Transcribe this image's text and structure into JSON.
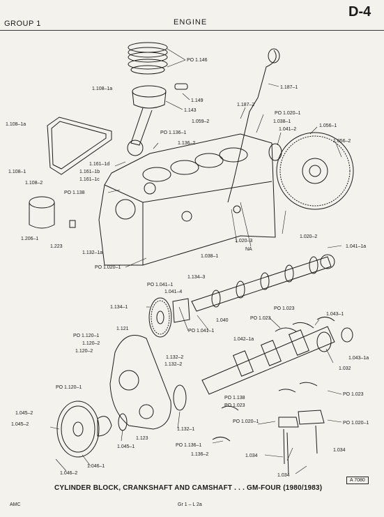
{
  "header": {
    "group": "GROUP 1",
    "title": "ENGINE",
    "page_code": "D-4"
  },
  "caption": "CYLINDER BLOCK, CRANKSHAFT AND CAMSHAFT . . . GM-FOUR (1980/1983)",
  "figure_ref": "A 7080",
  "footer": {
    "left": "AMC",
    "center": "Gr 1 – L 2a"
  },
  "labels": {
    "po1146": "PO 1.146",
    "l1108_1a_top": "1.108–1a",
    "l1149": "1.149",
    "l1143": "1.143",
    "l1187_1": "1.187–1",
    "l1187_2": "1.187–2",
    "l1108_1a_left": "1.108–1a",
    "po1020_1_top": "PO 1.020–1",
    "l1038_1_top": "1.038–1",
    "l1059_2": "1.059–2",
    "l1041_2": "1.041–2",
    "l1056_1": "1.056–1",
    "po1136_1_top": "PO 1.136–1",
    "l1136_2": "1.136–2",
    "l1056_2": "1.056–2",
    "l1161_1d": "1.161–1d",
    "l1108_1": "1.108–1",
    "l1161_1b": "1.161–1b",
    "l1161_1c": "1.161–1c",
    "l1108_2": "1.108–2",
    "po1138_top": "PO 1.138",
    "l1206_1": "1.206–1",
    "l1223": "1.223",
    "l1020_3": "1.020–3",
    "l1020_2": "1.020–2",
    "na": "NA",
    "l1041_1a": "1.041–1a",
    "l1132_1a": "1.132–1a",
    "l1038_1_mid": "1.038–1",
    "po1020_1_mid": "PO 1.020–1",
    "l1134_3": "1.134–3",
    "po1041_1_top": "PO 1.041–1",
    "l1041_4": "1.041–4",
    "l1134_1": "1.134–1",
    "l1040": "1.040",
    "po1041_1_bot": "PO 1.041–1",
    "po1023_a": "PO 1.023",
    "po1023_b": "PO 1.023",
    "l1043_1": "1.043–1",
    "l1121": "1.121",
    "po1120_1_top": "PO 1.120–1",
    "l1120_2a": "1.120–2",
    "l1120_2b": "1.120–2",
    "l1042_1a": "1.042–1a",
    "l1043_1a": "1.043–1a",
    "l1032": "1.032",
    "l1132_2a": "1.132–2",
    "l1132_2b": "1.132–2",
    "po1120_1_mid": "PO 1.120–1",
    "po1138_bot": "PO 1.138",
    "po1023_c": "PO 1.023",
    "po1023_d": "PO 1.023",
    "l1045_2a": "1.045–2",
    "l1045_2b": "1.045–2",
    "po1020_1_l": "PO 1.020–1",
    "po1020_1_r": "PO 1.020–1",
    "l1132_1": "1.132–1",
    "l1123": "1.123",
    "l1045_1": "1.045–1",
    "po1136_1_bot": "PO 1.136–1",
    "l1034_a": "1.034",
    "l1034_b": "1.034",
    "l1034_c": "1.034",
    "l1136_2_bot": "1.136–2",
    "l1046_2": "1.046–2",
    "l1046_1": "1.046–1"
  }
}
